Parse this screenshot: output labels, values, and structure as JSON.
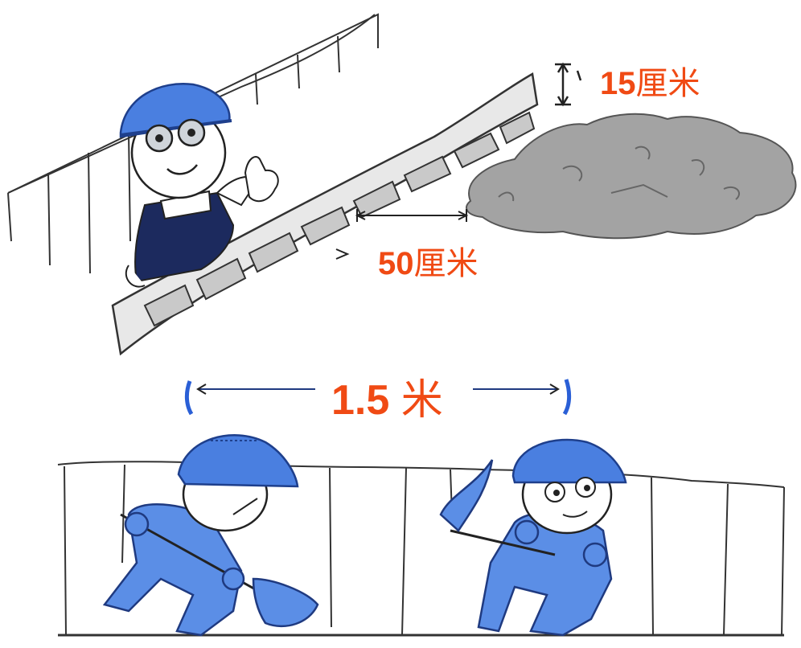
{
  "labels": {
    "depth": {
      "number": "15",
      "unit": "厘米"
    },
    "distance": {
      "number": "50",
      "unit": "厘米"
    },
    "spacing": {
      "number": "1.5",
      "unit": "米"
    }
  },
  "colors": {
    "measure_text": "#f04a14",
    "worker_blue": "#5b8ee6",
    "helmet_blue": "#4a7fe0",
    "overalls_navy": "#1c2a5e",
    "soil_gray": "#a3a3a3",
    "line_ink": "#222222"
  },
  "icons": [
    "worker-thumbs-up",
    "worker-with-shovel",
    "worker-with-pickaxe",
    "soil-pile",
    "trench-edge",
    "measure-arrow"
  ]
}
